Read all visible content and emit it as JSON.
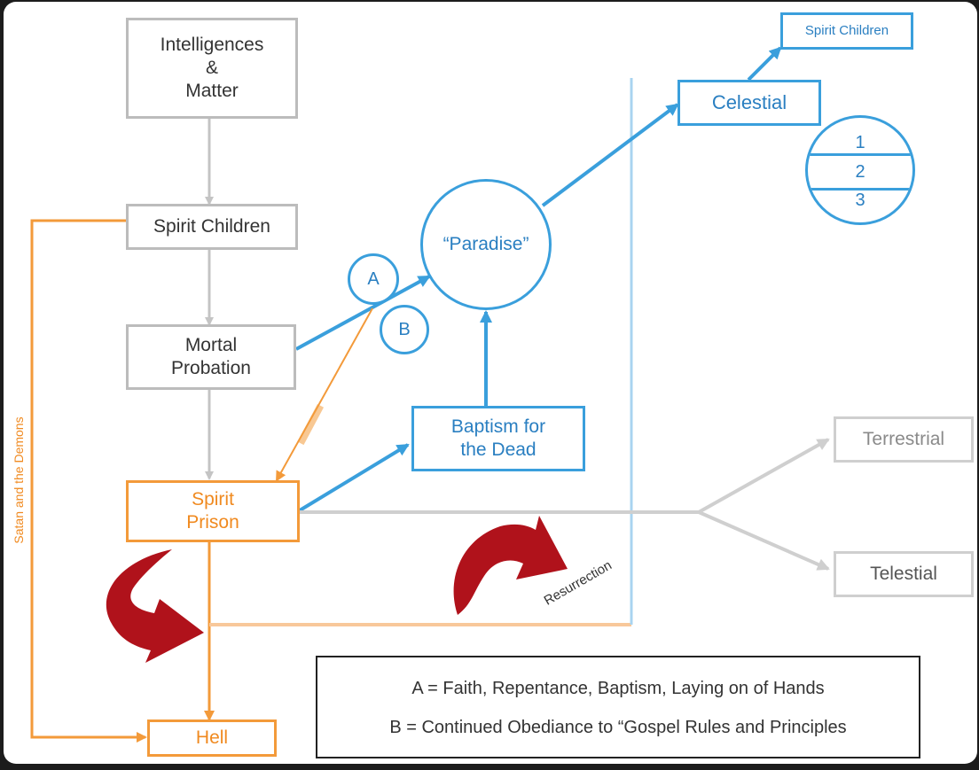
{
  "nodes": {
    "intelligences": "Intelligences\n&\nMatter",
    "spirit_children": "Spirit Children",
    "mortal_probation": "Mortal\nProbation",
    "spirit_prison": "Spirit\nPrison",
    "hell": "Hell",
    "paradise": "“Paradise”",
    "baptism_dead": "Baptism for\nthe Dead",
    "celestial": "Celestial",
    "spirit_children_top": "Spirit Children",
    "terrestrial": "Terrestrial",
    "telestial": "Telestial",
    "degrees": [
      "1",
      "2",
      "3"
    ],
    "marker_a": "A",
    "marker_b": "B"
  },
  "labels": {
    "satan": "Satan and the Demons",
    "resurrection": "Resurrection"
  },
  "legend": {
    "a": "A = Faith, Repentance, Baptism, Laying on of Hands",
    "b": "B = Continued Obediance to “Gospel Rules and Principles"
  },
  "colors": {
    "blue": "#3a9fdc",
    "orange": "#f39a3a",
    "gray": "#bcbcbc",
    "red_arrow": "#b0121b"
  }
}
